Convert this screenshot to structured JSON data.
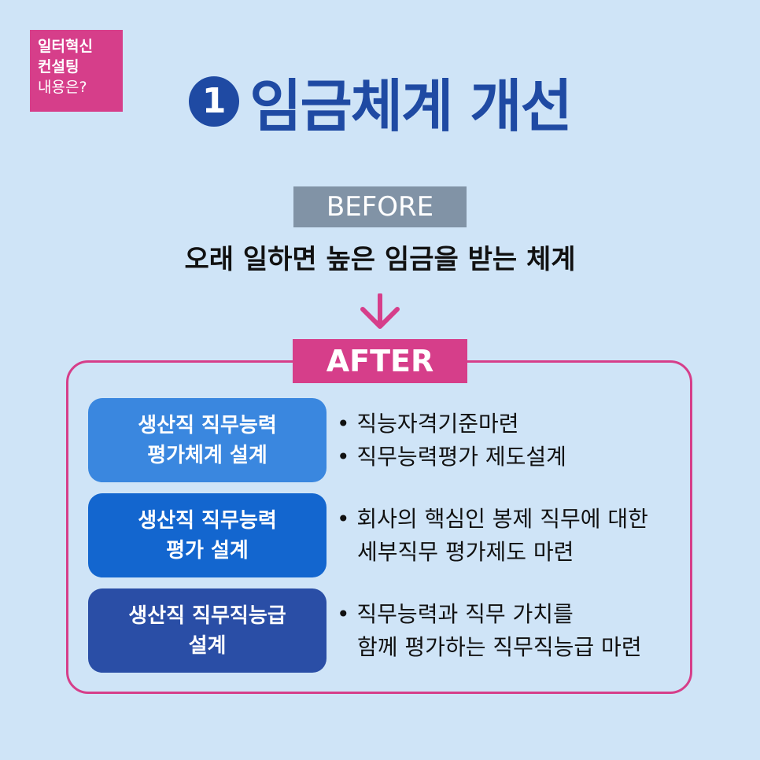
{
  "badge": {
    "line1": "일터혁신",
    "line2": "컨설팅",
    "line3": "내용은?"
  },
  "title": {
    "number": "1",
    "text": "임금체계 개선"
  },
  "before": {
    "tag": "BEFORE",
    "description": "오래 일하면 높은 임금을 받는 체계"
  },
  "after": {
    "tag": "AFTER"
  },
  "rows": [
    {
      "label_line1": "생산직 직무능력",
      "label_line2": "평가체계 설계",
      "desc_line1": "• 직능자격기준마련",
      "desc_line2": "• 직무능력평가 제도설계"
    },
    {
      "label_line1": "생산직 직무능력",
      "label_line2": "평가 설계",
      "desc_line1": "• 회사의 핵심인 봉제 직무에 대한",
      "desc_line2": "세부직무 평가제도 마련"
    },
    {
      "label_line1": "생산직 직무직능급",
      "label_line2": "설계",
      "desc_line1": "• 직무능력과 직무 가치를",
      "desc_line2": "함께 평가하는 직무직능급 마련"
    }
  ],
  "colors": {
    "accent_pink": "#d63e8a",
    "title_blue": "#1f4aa3",
    "background": "#cfe4f7",
    "row1": "#3a87df",
    "row2": "#1366cf",
    "row3": "#2a4ea6",
    "before_gray": "#8193a6"
  }
}
